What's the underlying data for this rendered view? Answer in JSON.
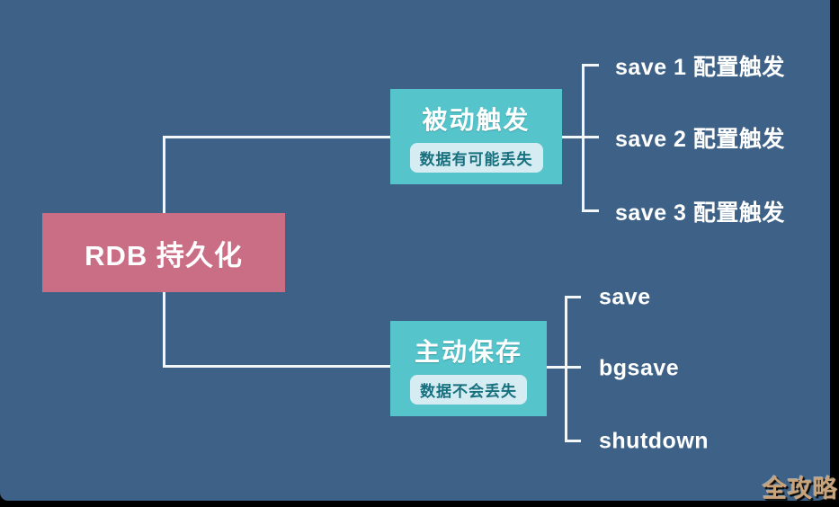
{
  "diagram": {
    "root": {
      "label": "RDB 持久化"
    },
    "branches": [
      {
        "title": "被动触发",
        "note": "数据有可能丢失",
        "leaves": [
          "save 1 配置触发",
          "save 2 配置触发",
          "save 3 配置触发"
        ]
      },
      {
        "title": "主动保存",
        "note": "数据不会丢失",
        "leaves": [
          "save",
          "bgsave",
          "shutdown"
        ]
      }
    ]
  },
  "watermark": {
    "text": "全攻略"
  },
  "colors": {
    "page_border": "#000000",
    "background": "#3e6287",
    "root_node_bg": "#ca6e86",
    "branch_node_bg": "#55c4cb",
    "note_pill_bg": "#d6ecf3",
    "note_pill_text": "#17707e",
    "connector_line": "#f4f7f9",
    "node_text": "#ffffff",
    "leaf_text": "#ffffff",
    "watermark_text": "#c8a37c"
  }
}
